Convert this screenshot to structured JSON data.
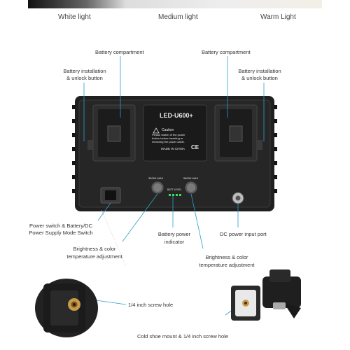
{
  "color_temps": [
    "White light",
    "Medium light",
    "Warm Light"
  ],
  "labels": {
    "battery_compartment_left": "Battery compartment",
    "battery_compartment_right": "Battery compartment",
    "install_button_left": [
      "Battery installation",
      "& unlock button"
    ],
    "install_button_right": [
      "Battery installation",
      "& unlock button"
    ],
    "power_switch": [
      "Power switch & Battery/DC",
      "Power Supply Mode Switch"
    ],
    "brightness_left": [
      "Brightness & color",
      "temperature adjustment"
    ],
    "battery_indicator": [
      "Battery power",
      "indicator"
    ],
    "brightness_right": [
      "Brightness & color",
      "temperature adjustment"
    ],
    "dc_port": "DC power input port",
    "screw_hole": "1/4 inch screw hole",
    "cold_shoe": "Cold shoe mount & 1/4 inch screw hole"
  },
  "panel": {
    "model": "LED-U600+",
    "caution_title": "Caution",
    "caution_lines": [
      "Please switch of the power",
      "button before inserting or",
      "removing the power cable."
    ],
    "made_in": "MADE IN CHINA",
    "ce": "CE",
    "knob_left_label": "3200K  MAX",
    "knob_right_label": "5600K  MAX",
    "battery_text": "BATT LEVEL"
  },
  "colors": {
    "panel": "#222222",
    "swatch_white": "#ffffff",
    "swatch_medium": "#cfcfcf",
    "swatch_warm": "#e9e2d6",
    "led_green": "#3ddc5a"
  }
}
